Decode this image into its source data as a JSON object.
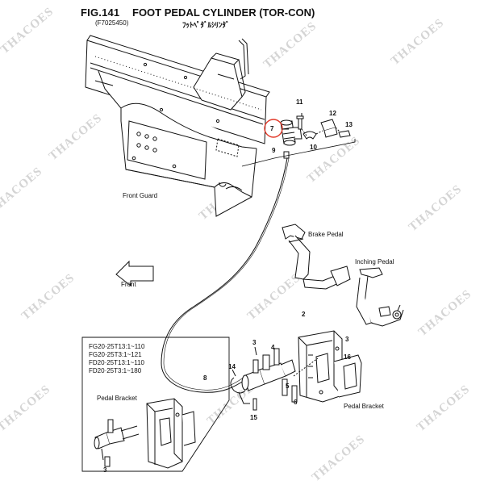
{
  "header": {
    "fig_number": "FIG.141",
    "title": "FOOT PEDAL CYLINDER (TOR-CON)",
    "code": "(F7025450)",
    "japanese_title": "ﾌｯﾄﾍﾟﾀﾞﾙｼﾘﾝﾀﾞ"
  },
  "labels": {
    "front_guard": "Front Guard",
    "front": "Front",
    "brake_pedal": "Brake Pedal",
    "inching_pedal": "Inching Pedal",
    "pedal_bracket_right": "Pedal Bracket",
    "pedal_bracket_left": "Pedal Bracket"
  },
  "models": [
    "FG20·25T13:1~110",
    "FG20·25T3:1~121",
    "FD20·25T13:1~110",
    "FD20·25T3:1~180"
  ],
  "callouts": [
    "7",
    "9",
    "10",
    "11",
    "12",
    "13",
    "2",
    "3",
    "4",
    "5",
    "6",
    "8",
    "14",
    "15",
    "16",
    "3",
    "3"
  ],
  "watermark": "THACOES",
  "colors": {
    "line": "#111111",
    "highlight": "#e23a2a",
    "watermark": "#d4d4d4"
  }
}
